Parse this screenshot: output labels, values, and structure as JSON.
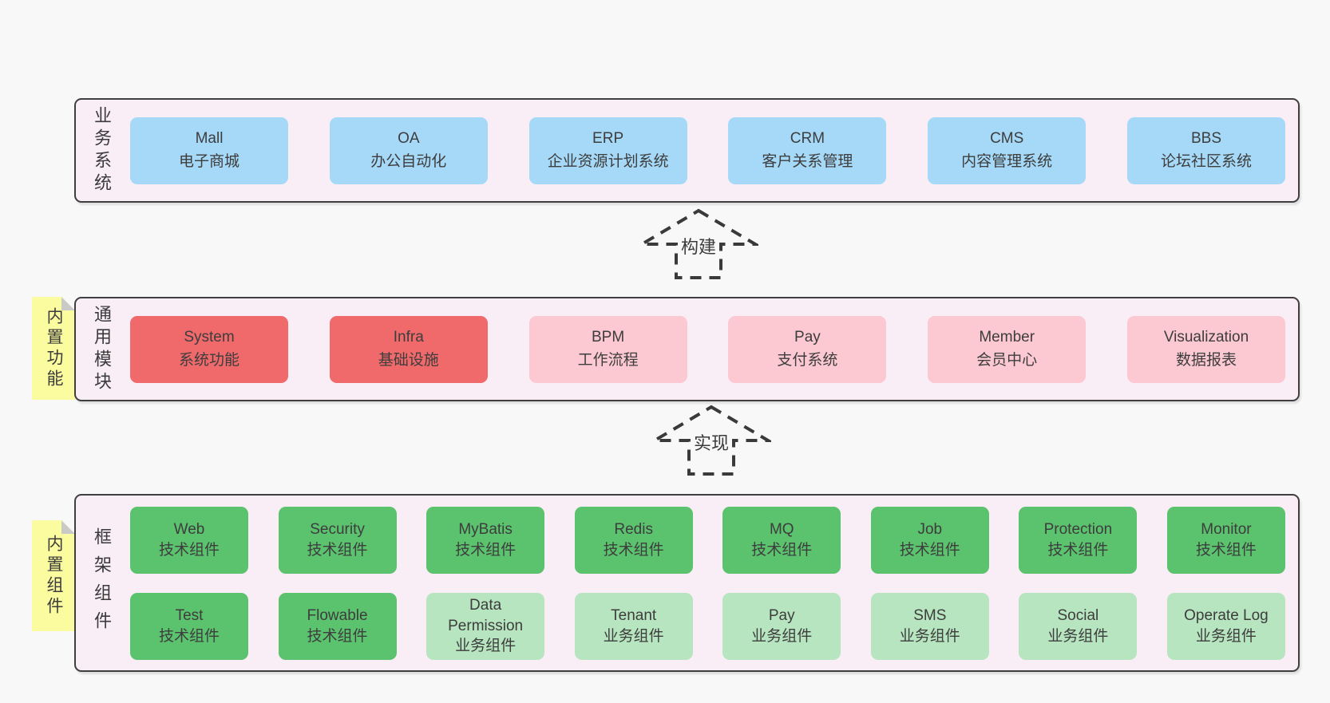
{
  "colors": {
    "page_bg": "#f8f8f8",
    "panel_bg": "#f9edf6",
    "panel_border": "#3f3f3f",
    "box_blue": "#a6d9f7",
    "box_red": "#f0696b",
    "box_pink": "#fcc8d2",
    "box_green_dark": "#5bc26e",
    "box_green_light": "#b7e5c0",
    "sticky_yellow": "#fbfb9f",
    "sticky_fold_gray": "#c9c9c9",
    "text": "#3d3d3d"
  },
  "panels": {
    "business": {
      "label": "业务系统",
      "boxes": [
        {
          "name": "Mall",
          "desc": "电子商城",
          "variant": "blue"
        },
        {
          "name": "OA",
          "desc": "办公自动化",
          "variant": "blue"
        },
        {
          "name": "ERP",
          "desc": "企业资源计划系统",
          "variant": "blue"
        },
        {
          "name": "CRM",
          "desc": "客户关系管理",
          "variant": "blue"
        },
        {
          "name": "CMS",
          "desc": "内容管理系统",
          "variant": "blue"
        },
        {
          "name": "BBS",
          "desc": "论坛社区系统",
          "variant": "blue"
        }
      ]
    },
    "modules": {
      "label": "通用模块",
      "sticky": "内置功能",
      "boxes": [
        {
          "name": "System",
          "desc": "系统功能",
          "variant": "red"
        },
        {
          "name": "Infra",
          "desc": "基础设施",
          "variant": "red"
        },
        {
          "name": "BPM",
          "desc": "工作流程",
          "variant": "pink"
        },
        {
          "name": "Pay",
          "desc": "支付系统",
          "variant": "pink"
        },
        {
          "name": "Member",
          "desc": "会员中心",
          "variant": "pink"
        },
        {
          "name": "Visualization",
          "desc": "数据报表",
          "variant": "pink"
        }
      ]
    },
    "framework": {
      "label": "框架组件",
      "sticky": "内置组件",
      "rows": [
        [
          {
            "name": "Web",
            "desc": "技术组件",
            "variant": "green-dark"
          },
          {
            "name": "Security",
            "desc": "技术组件",
            "variant": "green-dark"
          },
          {
            "name": "MyBatis",
            "desc": "技术组件",
            "variant": "green-dark"
          },
          {
            "name": "Redis",
            "desc": "技术组件",
            "variant": "green-dark"
          },
          {
            "name": "MQ",
            "desc": "技术组件",
            "variant": "green-dark"
          },
          {
            "name": "Job",
            "desc": "技术组件",
            "variant": "green-dark"
          },
          {
            "name": "Protection",
            "desc": "技术组件",
            "variant": "green-dark"
          },
          {
            "name": "Monitor",
            "desc": "技术组件",
            "variant": "green-dark"
          }
        ],
        [
          {
            "name": "Test",
            "desc": "技术组件",
            "variant": "green-dark"
          },
          {
            "name": "Flowable",
            "desc": "技术组件",
            "variant": "green-dark"
          },
          {
            "name": "Data Permission",
            "desc": "业务组件",
            "variant": "green-light"
          },
          {
            "name": "Tenant",
            "desc": "业务组件",
            "variant": "green-light"
          },
          {
            "name": "Pay",
            "desc": "业务组件",
            "variant": "green-light"
          },
          {
            "name": "SMS",
            "desc": "业务组件",
            "variant": "green-light"
          },
          {
            "name": "Social",
            "desc": "业务组件",
            "variant": "green-light"
          },
          {
            "name": "Operate Log",
            "desc": "业务组件",
            "variant": "green-light"
          }
        ]
      ]
    }
  },
  "arrows": [
    {
      "label": "构建"
    },
    {
      "label": "实现"
    }
  ]
}
